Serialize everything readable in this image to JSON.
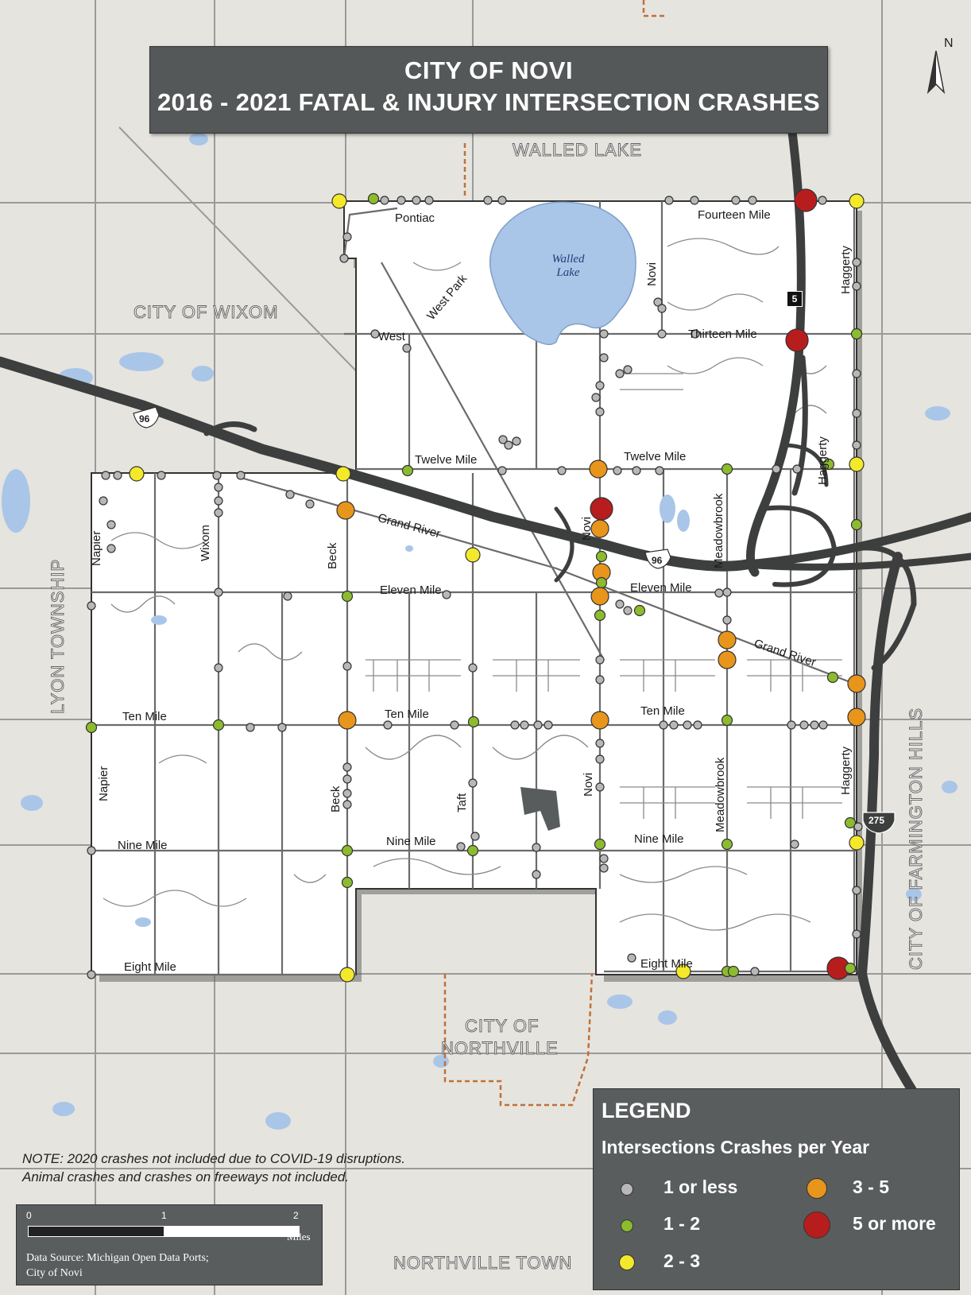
{
  "title": {
    "line1": "CITY OF NOVI",
    "line2": "2016 - 2021 FATAL & INJURY INTERSECTION CRASHES"
  },
  "places": {
    "walled_lake_city": "WALLED LAKE",
    "wixom": "CITY OF WIXOM",
    "lyon": "LYON TOWNSHIP",
    "farmington": "CITY OF FARMINGTON HILLS",
    "northville_city_1": "CITY OF",
    "northville_city_2": "NORTHVILLE",
    "northville_twp": "NORTHVILLE TOWN",
    "lake_1": "Walled",
    "lake_2": "Lake"
  },
  "roads": {
    "pontiac": "Pontiac",
    "fourteen_mile": "Fourteen Mile",
    "west_park": "West Park",
    "west": "West",
    "thirteen_mile": "Thirteen Mile",
    "twelve_mile_w": "Twelve Mile",
    "twelve_mile_e": "Twelve Mile",
    "grand_river_w": "Grand River",
    "grand_river_e": "Grand River",
    "eleven_mile_w": "Eleven Mile",
    "eleven_mile_e": "Eleven Mile",
    "ten_mile_w": "Ten Mile",
    "ten_mile_c": "Ten Mile",
    "ten_mile_e": "Ten Mile",
    "nine_mile_w": "Nine Mile",
    "nine_mile_c": "Nine Mile",
    "nine_mile_e": "Nine Mile",
    "eight_mile_w": "Eight Mile",
    "eight_mile_e": "Eight Mile",
    "napier_n": "Napier",
    "napier_s": "Napier",
    "wixom": "Wixom",
    "beck_n": "Beck",
    "beck_s": "Beck",
    "novi_n": "Novi",
    "novi_c": "Novi",
    "novi_s": "Novi",
    "taft": "Taft",
    "meadowbrook_n": "Meadowbrook",
    "meadowbrook_s": "Meadowbrook",
    "haggerty_n": "Haggerty",
    "haggerty_c": "Haggerty",
    "haggerty_s": "Haggerty",
    "i96_w": "96",
    "i96_e": "96",
    "m5": "5",
    "i275": "275"
  },
  "note": {
    "line1": "NOTE: 2020 crashes not included due to COVID-19 disruptions.",
    "line2": "Animal crashes and crashes on freeways not included."
  },
  "scale": {
    "t0": "0",
    "t1": "1",
    "t2": "2",
    "unit": "Miles",
    "source1": "Data Source: Michigan Open Data Ports;",
    "source2": "City of Novi"
  },
  "legend": {
    "title": "LEGEND",
    "subtitle": "Intersections Crashes per Year",
    "items": [
      {
        "label": "1 or less",
        "color": "#b8b8b8"
      },
      {
        "label": "1 - 2",
        "color": "#8dbb2f"
      },
      {
        "label": "2 - 3",
        "color": "#f3e92a"
      },
      {
        "label": "3 - 5",
        "color": "#e8951c"
      },
      {
        "label": "5 or more",
        "color": "#b81d1d"
      }
    ]
  },
  "north": "N"
}
